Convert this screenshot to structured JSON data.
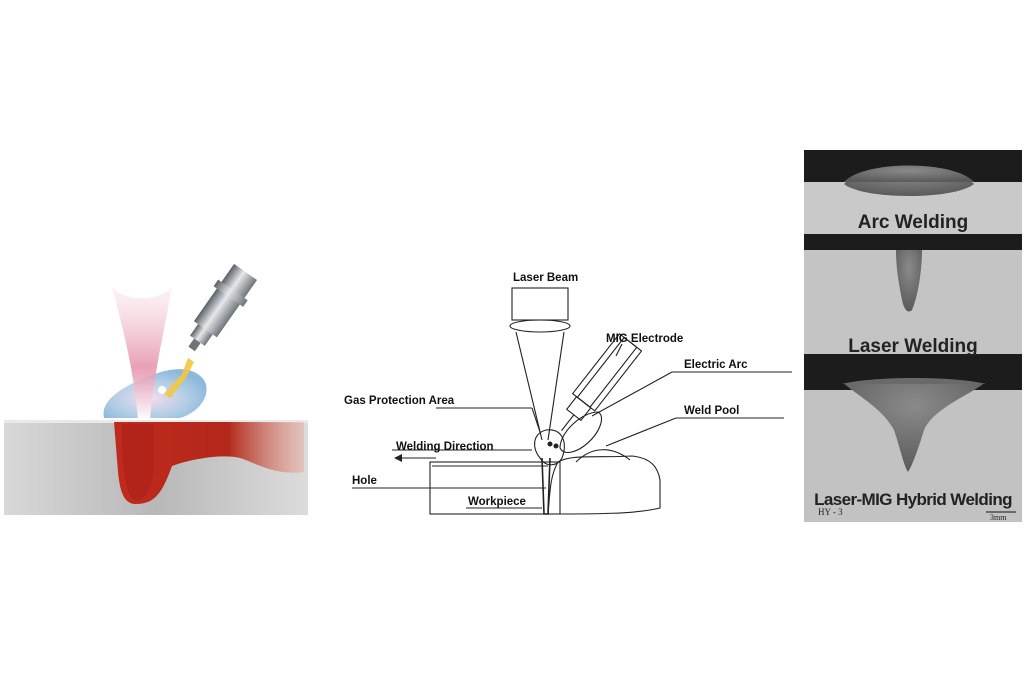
{
  "schematic": {
    "labels": {
      "laser_beam": "Laser Beam",
      "mig_electrode": "MIG Electrode",
      "electric_arc": "Electric Arc",
      "gas_protection_area": "Gas Protection Area",
      "weld_pool": "Weld Pool",
      "welding_direction": "Welding Direction",
      "hole": "Hole",
      "workpiece": "Workpiece"
    }
  },
  "macrographs": {
    "arc_label": "Arc Welding",
    "laser_label": "Laser Welding",
    "hybrid_label": "Laser-MIG Hybrid Welding",
    "sample_id": "HY - 3",
    "scale_bar": "3mm"
  },
  "colors": {
    "molten_red": "#b8231a",
    "torch_metal": "#8a9096",
    "plasma_blue": "#9fc3dd",
    "laser_pink": "#e8a9b9",
    "plate_gray": "#c8c8c8"
  }
}
